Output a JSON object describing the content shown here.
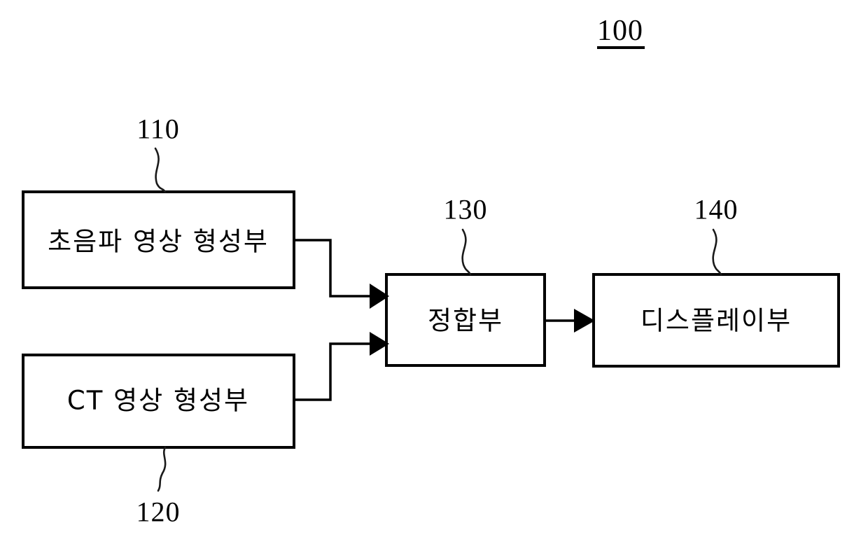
{
  "figure": {
    "reference_number": "100",
    "underlined": true
  },
  "blocks": [
    {
      "id": "block-110",
      "ref": "110",
      "label": "초음파 영상 형성부",
      "ref_position": "above"
    },
    {
      "id": "block-120",
      "ref": "120",
      "label": "CT 영상 형성부",
      "ref_position": "below"
    },
    {
      "id": "block-130",
      "ref": "130",
      "label": "정합부",
      "ref_position": "above"
    },
    {
      "id": "block-140",
      "ref": "140",
      "label": "디스플레이부",
      "ref_position": "above"
    }
  ],
  "connections": [
    {
      "id": "conn-110-130",
      "from": "110",
      "to": "130",
      "arrow": true
    },
    {
      "id": "conn-120-130",
      "from": "120",
      "to": "130",
      "arrow": true
    },
    {
      "id": "conn-130-140",
      "from": "130",
      "to": "140",
      "arrow": true
    }
  ],
  "colors": {
    "stroke": "#000000",
    "background": "#ffffff"
  }
}
